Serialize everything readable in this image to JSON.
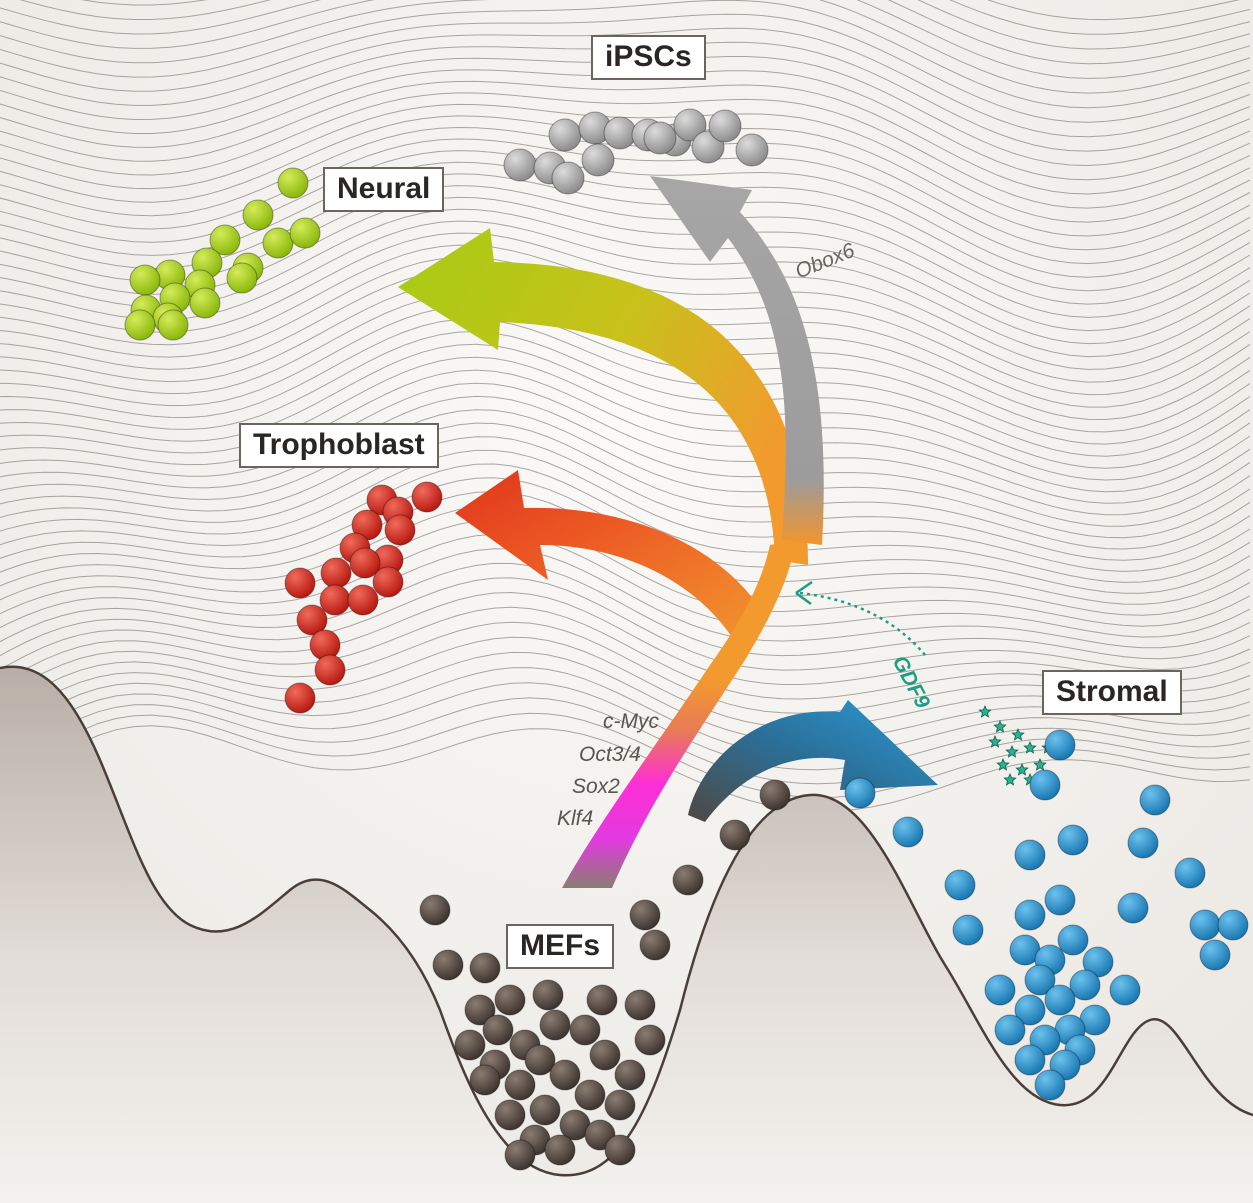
{
  "labels": {
    "ipscs": "iPSCs",
    "neural": "Neural",
    "trophoblast": "Trophoblast",
    "stromal": "Stromal",
    "mefs": "MEFs"
  },
  "genes": {
    "factors": [
      "c-Myc",
      "Oct3/4",
      "Sox2",
      "Klf4"
    ],
    "obox6": "Obox6",
    "gdf9": "GDF9"
  },
  "colors": {
    "ipscs": "#a3a3a3",
    "neural": "#a7c914",
    "trophoblast": "#d9261c",
    "stromal": "#2b95cf",
    "mefs": "#5a4d45",
    "reprogramming_magenta": "#e62ee0",
    "reprogramming_orange": "#f0932b",
    "gdf9_teal": "#1f9c82",
    "terrain_fill": "#d8d2cc",
    "contour_line": "#6a6460"
  },
  "icons": {
    "cell": "sphere",
    "gdf9_signal": "star-icon"
  }
}
